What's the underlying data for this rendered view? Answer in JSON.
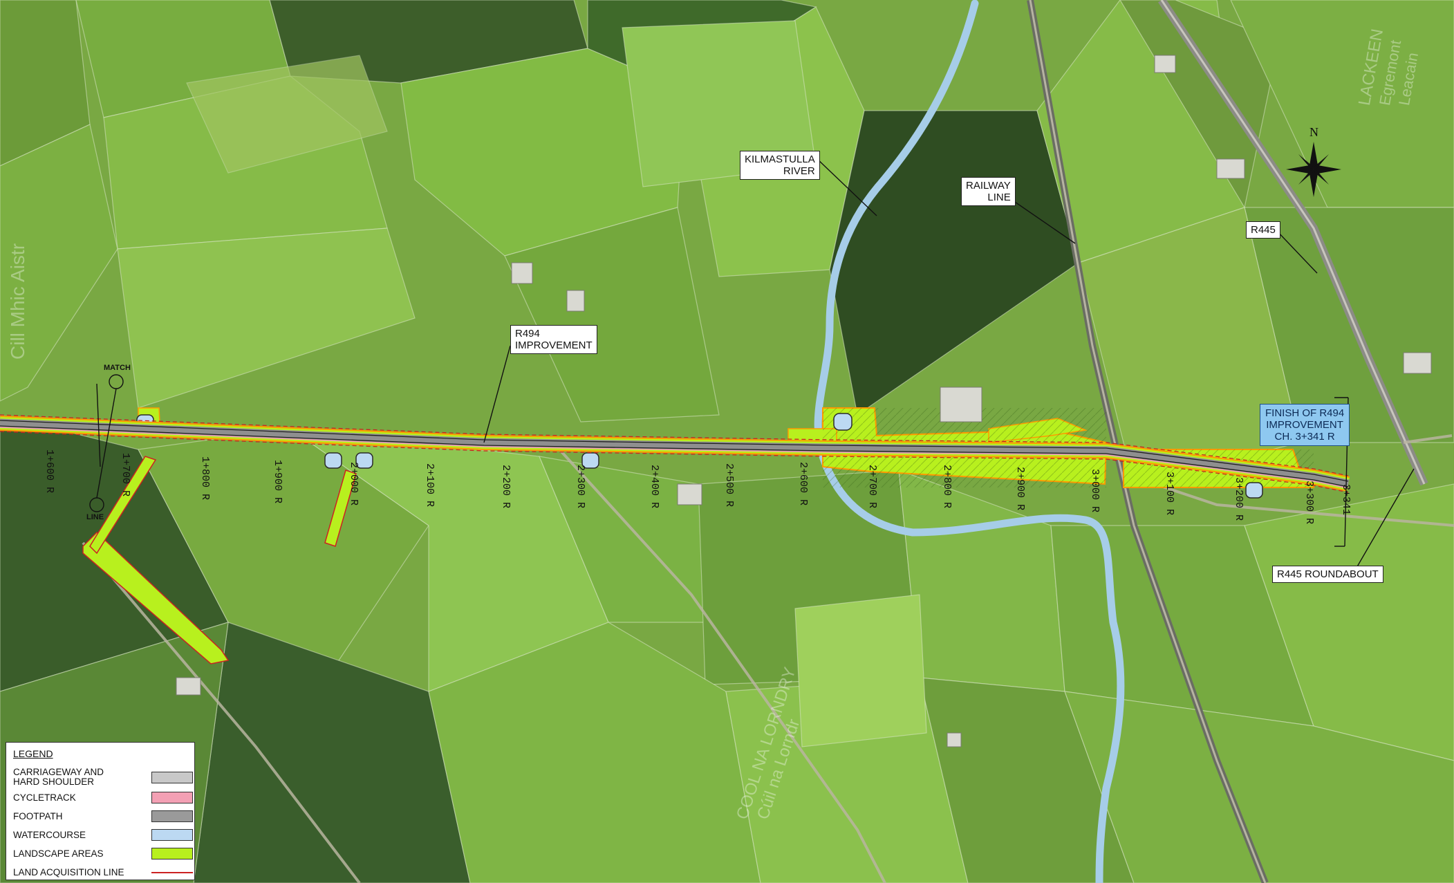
{
  "callouts": {
    "kilmastulla": [
      "KILMASTULLA",
      "RIVER"
    ],
    "railway": [
      "RAILWAY",
      "LINE"
    ],
    "r445": "R445",
    "r494": [
      "R494",
      "IMPROVEMENT"
    ],
    "roundabout": "R445 ROUNDABOUT",
    "finish": [
      "FINISH OF R494",
      "IMPROVEMENT",
      "CH. 3+341 R"
    ]
  },
  "match_line": [
    "MATCH",
    "LINE"
  ],
  "chainages": [
    "1+600 R",
    "1+700 R",
    "1+800 R",
    "1+900 R",
    "2+000 R",
    "2+100 R",
    "2+200 R",
    "2+300 R",
    "2+400 R",
    "2+500 R",
    "2+600 R",
    "2+700 R",
    "2+800 R",
    "2+900 R",
    "3+000 R",
    "3+100 R",
    "3+200 R",
    "3+300 R",
    "3+341"
  ],
  "faint_labels": {
    "left": "Cill Mhic Aistr",
    "bottom": [
      "COOL NA LORNDRY",
      "Cúil na Lorndr"
    ],
    "topright": [
      "LACKEEN",
      "Egremont",
      "Leacain"
    ]
  },
  "legend": {
    "title": "LEGEND",
    "items": [
      {
        "label": [
          "CARRIAGEWAY AND",
          "HARD SHOULDER"
        ],
        "color": "#c8c8c8"
      },
      {
        "label": [
          "CYCLETRACK"
        ],
        "color": "#f3a0b4"
      },
      {
        "label": [
          "FOOTPATH"
        ],
        "color": "#9a9a9a"
      },
      {
        "label": [
          "WATERCOURSE"
        ],
        "color": "#bcd9f2"
      },
      {
        "label": [
          "LANDSCAPE AREAS"
        ],
        "color": "#b8f01e"
      },
      {
        "label": [
          "LAND ACQUISITION LINE"
        ],
        "color": "#cc2222"
      }
    ]
  },
  "colors": {
    "field_light": "#8cc04a",
    "field_dark": "#5f8a32",
    "forest": "#2f4d22",
    "river": "#a9cfe8",
    "landscape": "#b8f01e",
    "road": "#8f8f8f",
    "acquisition": "#cc2222"
  }
}
